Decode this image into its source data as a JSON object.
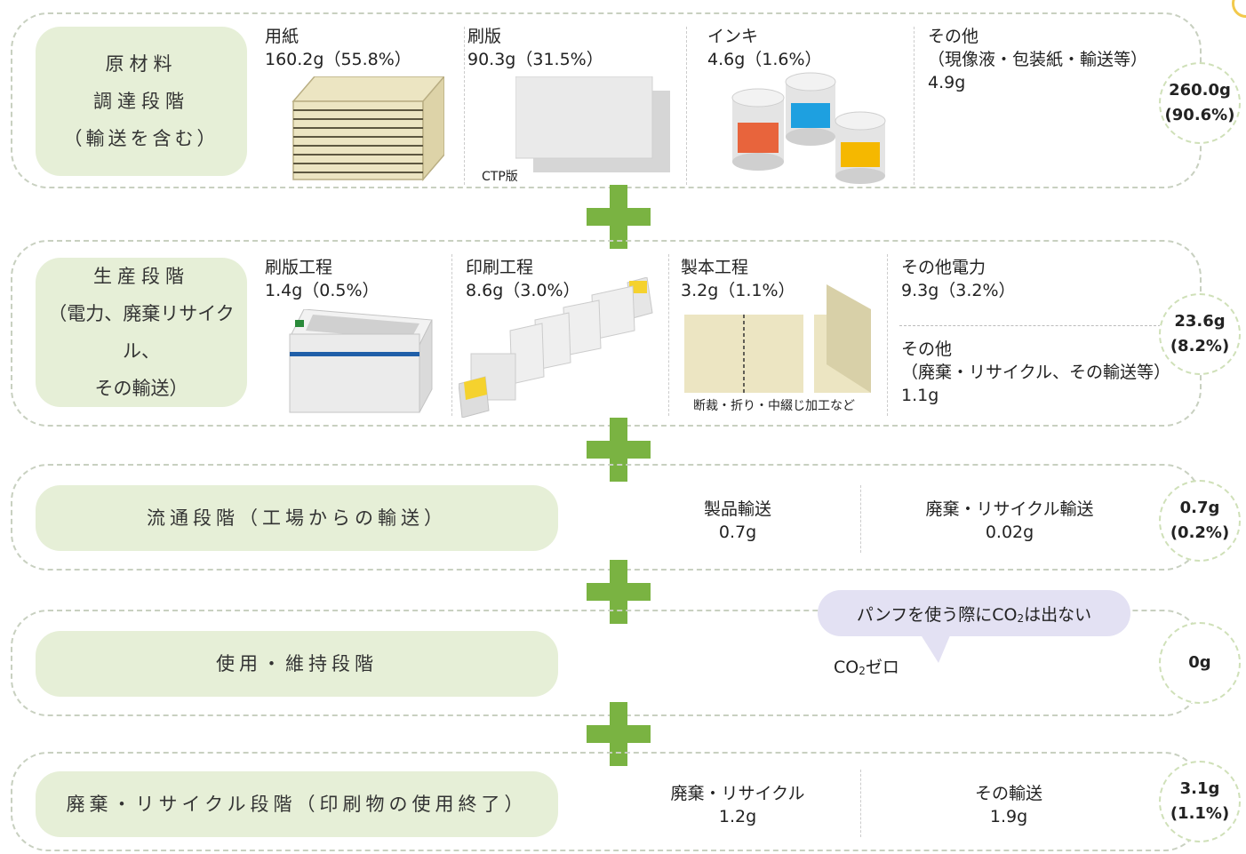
{
  "stages": [
    {
      "label_lines": [
        "原材料",
        "調達段階",
        "（輸送を含む）"
      ],
      "total": {
        "value": "260.0g",
        "pct": "(90.6%)"
      },
      "items": [
        {
          "name": "用紙",
          "value": "160.2g（55.8%）"
        },
        {
          "name": "刷版",
          "value": "90.3g（31.5%）",
          "caption": "CTP版"
        },
        {
          "name": "インキ",
          "value": "4.6g（1.6%）"
        },
        {
          "name": "その他",
          "sub": "（現像液・包装紙・輸送等）",
          "value": "4.9g"
        }
      ]
    },
    {
      "label_lines": [
        "生産段階",
        "（電力、廃棄リサイクル、",
        "その輸送）"
      ],
      "total": {
        "value": "23.6g",
        "pct": "(8.2%)"
      },
      "items": [
        {
          "name": "刷版工程",
          "value": "1.4g（0.5%）"
        },
        {
          "name": "印刷工程",
          "value": "8.6g（3.0%）"
        },
        {
          "name": "製本工程",
          "value": "3.2g（1.1%）",
          "caption": "断裁・折り・中綴じ加工など"
        },
        {
          "name": "その他電力",
          "value": "9.3g（3.2%）"
        },
        {
          "name": "その他",
          "sub": "（廃棄・リサイクル、その輸送等）",
          "value": "1.1g"
        }
      ]
    },
    {
      "label": "流通段階（工場からの輸送）",
      "total": {
        "value": "0.7g",
        "pct": "(0.2%)"
      },
      "items": [
        {
          "name": "製品輸送",
          "value": "0.7g"
        },
        {
          "name": "廃棄・リサイクル輸送",
          "value": "0.02g"
        }
      ]
    },
    {
      "label": "使用・維持段階",
      "total": {
        "value": "0g",
        "pct": ""
      },
      "bubble": {
        "pre": "パンフを使う際にCO",
        "sub": "2",
        "post": "は出ない"
      },
      "zero": {
        "pre": "CO",
        "sub": "2",
        "post": "ゼロ"
      }
    },
    {
      "label": "廃棄・リサイクル段階（印刷物の使用終了）",
      "total": {
        "value": "3.1g",
        "pct": "(1.1%)"
      },
      "items": [
        {
          "name": "廃棄・リサイクル",
          "value": "1.2g"
        },
        {
          "name": "その輸送",
          "value": "1.9g"
        }
      ]
    }
  ],
  "colors": {
    "label_bg": "#e6efd7",
    "plus": "#7ab342",
    "bubble": "#e3e1f3",
    "ink_red": "#e8643c",
    "ink_cyan": "#1ea0e0",
    "ink_yellow": "#f5b800",
    "paper": "#ece5c2"
  }
}
